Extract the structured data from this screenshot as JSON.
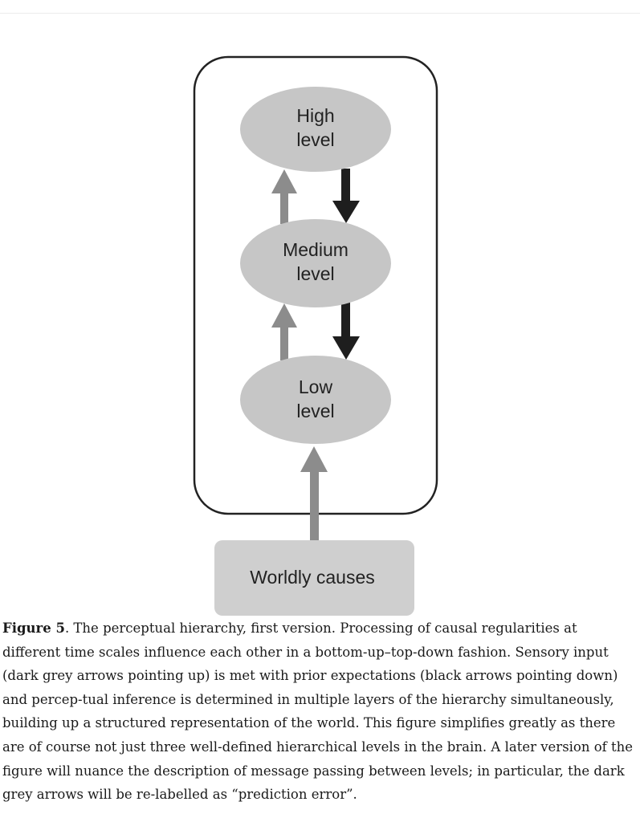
{
  "diagram": {
    "nodes": {
      "high": [
        "High",
        "level"
      ],
      "medium": [
        "Medium",
        "level"
      ],
      "low": [
        "Low",
        "level"
      ],
      "worldly": "Worldly causes"
    },
    "colors": {
      "ellipse": "#c6c6c6",
      "box": "#cfcfcf",
      "arrow_up": "#8c8c8c",
      "arrow_down": "#1e1e1e",
      "frame": "#222222"
    }
  },
  "caption": {
    "label": "Figure 5",
    "text": ". The perceptual hierarchy, first version. Processing of causal regularities at different time scales influence each other in a bottom-up–top-down fashion. Sensory input (dark grey arrows pointing up) is met with prior expectations (black arrows pointing down) and percep-tual inference is determined in multiple layers of the hierarchy simultaneously, building up a structured representation of the world. This figure simplifies greatly as there are of course not just three well-defined hierarchical levels in the brain. A later version of the figure will nuance the description of message passing between levels; in particular, the dark grey arrows will be re-labelled as “prediction error”."
  }
}
